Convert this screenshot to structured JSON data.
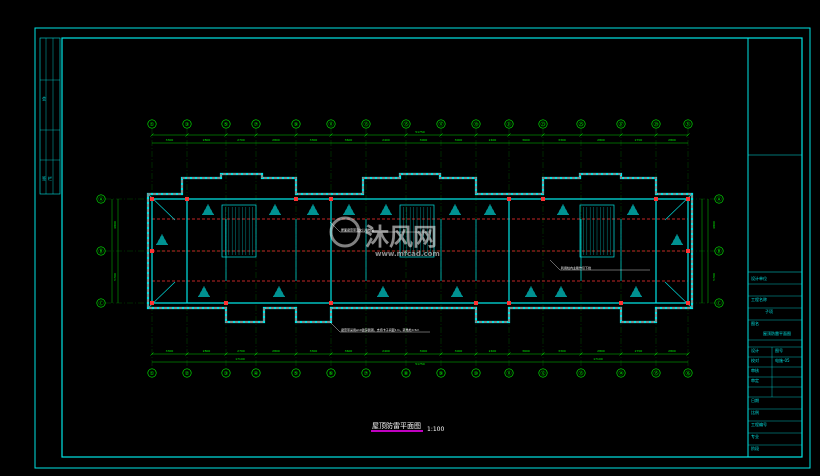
{
  "drawing": {
    "title": "屋顶防雷平面图",
    "scale": "1:100",
    "overall_dim": "51750"
  },
  "axes": {
    "top": [
      "①",
      "③",
      "⑤",
      "⑦",
      "⑨",
      "⑪",
      "⑬",
      "⑮",
      "⑰",
      "⑲",
      "㉑",
      "㉓",
      "㉕",
      "㉗",
      "㉙",
      "㉛"
    ],
    "bottom": [
      "①",
      "②",
      "③",
      "④",
      "⑤",
      "⑥",
      "⑦",
      "⑧",
      "⑨",
      "⑩",
      "⑪",
      "⑫",
      "⑬",
      "⑭",
      "⑮",
      "⑯"
    ],
    "left": [
      "Ⓐ",
      "Ⓑ",
      "Ⓒ"
    ],
    "right": [
      "Ⓐ",
      "Ⓑ",
      "Ⓒ"
    ]
  },
  "dims": {
    "top": [
      "3300",
      "2800",
      "2700",
      "2800",
      "3300",
      "3600",
      "2400",
      "3000",
      "3000",
      "2400",
      "3600",
      "3300",
      "2800",
      "2700",
      "2800"
    ],
    "bottom": [
      "3300",
      "2800",
      "2700",
      "2800",
      "3300",
      "3600",
      "2400",
      "3000",
      "3000",
      "2400",
      "3600",
      "3300",
      "2800",
      "2700",
      "2800"
    ],
    "sub_left": "17100",
    "sub_right": "17100",
    "left_vertical": [
      "4800",
      "5700"
    ],
    "right_vertical": [
      "4800",
      "5700"
    ]
  },
  "notes": [
    "屋面避雷带沿女儿墙敷设",
    "利用柱内主筋作引下线",
    "避雷带采用φ10镀锌圆钢，支持卡子间距1m，转角处0.5m"
  ],
  "title_block": {
    "left_strip": [
      "会",
      "签",
      "栏"
    ],
    "rows": [
      "工程名称",
      "子项",
      "图名",
      "屋顶防雷平面图",
      "设计",
      "校对",
      "审核",
      "审定",
      "图号",
      "电施-05",
      "日期",
      "比例"
    ],
    "labels": [
      "设计单位",
      "工程编号",
      "专业",
      "阶段"
    ]
  },
  "watermark": {
    "text": "沐风网",
    "url": "www.mfcad.com"
  },
  "colors": {
    "background": "#000000",
    "frame": "#00e5e5",
    "wall": "#00e5e5",
    "axis": "#00ff00",
    "lightning": "#ff3333",
    "stair": "#00e5e5"
  }
}
